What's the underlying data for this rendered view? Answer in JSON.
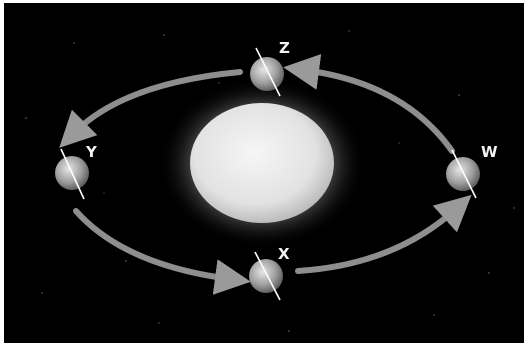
{
  "diagram": {
    "positions": [
      {
        "id": "z",
        "label": "Z"
      },
      {
        "id": "y",
        "label": "Y"
      },
      {
        "id": "x",
        "label": "X"
      },
      {
        "id": "w",
        "label": "W"
      }
    ],
    "colors": {
      "background": "#000000",
      "sun": "#e8e8e8",
      "sun_glow": "#7a7a7a",
      "orbit_arrow": "#8c8c8c",
      "earth": "#bdbdbd",
      "axis_line": "#ffffff",
      "label": "#f2f2f2"
    },
    "icons": {
      "sun": "sun-icon",
      "earth": "earth-icon",
      "arrow": "orbit-arrow-icon"
    }
  }
}
